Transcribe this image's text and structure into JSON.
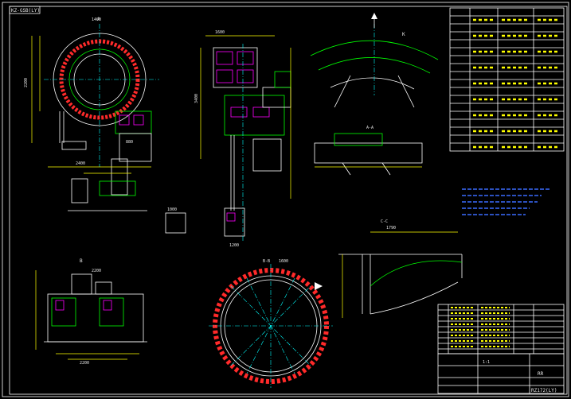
{
  "drawing": {
    "drawing_number_top": "KZ-GSB(LY)",
    "drawing_number_bottom": "RZ172(LY)",
    "title_label": "RR",
    "scale": "1:1",
    "dims": {
      "d1": "1400",
      "d2": "2200",
      "d3": "880",
      "d4": "2400",
      "d5": "1600",
      "d6": "3400",
      "d7": "1200",
      "d8": "2200",
      "d9": "2200",
      "d10": "1790",
      "d11": "1600",
      "d12": "1000"
    },
    "views": {
      "a": "A",
      "b": "B",
      "k": "K",
      "c1": "C-C",
      "c2": "A-A",
      "c3": "B-B"
    }
  },
  "colors": {
    "background": "#000000",
    "frame": "#ffffff",
    "outline": "#00ff00",
    "gear_ring": "#ff2a2a",
    "dimension": "#ffff00",
    "centerline": "#00ffff",
    "motor": "#ff00ff",
    "note": "#3a6cff"
  },
  "icons": [
    "north-arrow-icon",
    "section-arrow-icon"
  ]
}
